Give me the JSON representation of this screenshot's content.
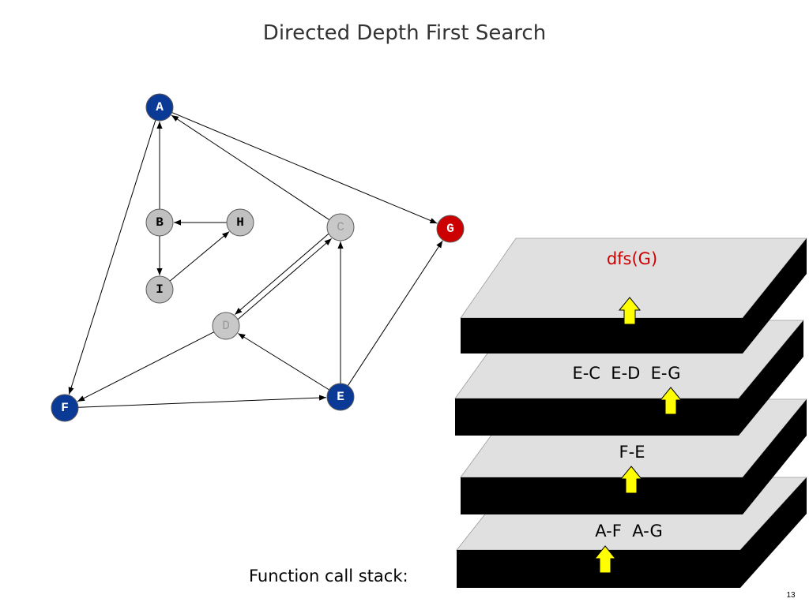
{
  "title": "Directed Depth First Search",
  "graph": {
    "nodes": [
      {
        "label": "A",
        "fill": "#0b3a96",
        "text_color": "#ffffff"
      },
      {
        "label": "B",
        "fill": "#c0c0c0",
        "text_color": "#000000"
      },
      {
        "label": "H",
        "fill": "#c0c0c0",
        "text_color": "#000000"
      },
      {
        "label": "C",
        "fill": "#c8c8c8",
        "text_color": "#9a9a9a"
      },
      {
        "label": "G",
        "fill": "#cc0000",
        "text_color": "#ffffff"
      },
      {
        "label": "I",
        "fill": "#c0c0c0",
        "text_color": "#000000"
      },
      {
        "label": "D",
        "fill": "#c8c8c8",
        "text_color": "#9a9a9a"
      },
      {
        "label": "F",
        "fill": "#0b3a96",
        "text_color": "#ffffff"
      },
      {
        "label": "E",
        "fill": "#0b3a96",
        "text_color": "#ffffff"
      }
    ],
    "edges": [
      {
        "from": "A",
        "to": "F"
      },
      {
        "from": "A",
        "to": "G"
      },
      {
        "from": "B",
        "to": "A"
      },
      {
        "from": "B",
        "to": "I"
      },
      {
        "from": "H",
        "to": "B"
      },
      {
        "from": "I",
        "to": "H"
      },
      {
        "from": "C",
        "to": "A"
      },
      {
        "from": "C",
        "to": "D"
      },
      {
        "from": "D",
        "to": "C"
      },
      {
        "from": "D",
        "to": "F"
      },
      {
        "from": "E",
        "to": "C"
      },
      {
        "from": "E",
        "to": "D"
      },
      {
        "from": "E",
        "to": "G"
      },
      {
        "from": "F",
        "to": "E"
      }
    ]
  },
  "stack": {
    "caption": "Function call stack:",
    "frames": [
      {
        "label": "dfs(G)",
        "color": "#cc0000"
      },
      {
        "label": "E-C  E-D  E-G",
        "color": "#000000"
      },
      {
        "label": "F-E",
        "color": "#000000"
      },
      {
        "label": "A-F  A-G",
        "color": "#000000"
      }
    ],
    "arrow_color": "#ffff00"
  },
  "page_number": "13"
}
